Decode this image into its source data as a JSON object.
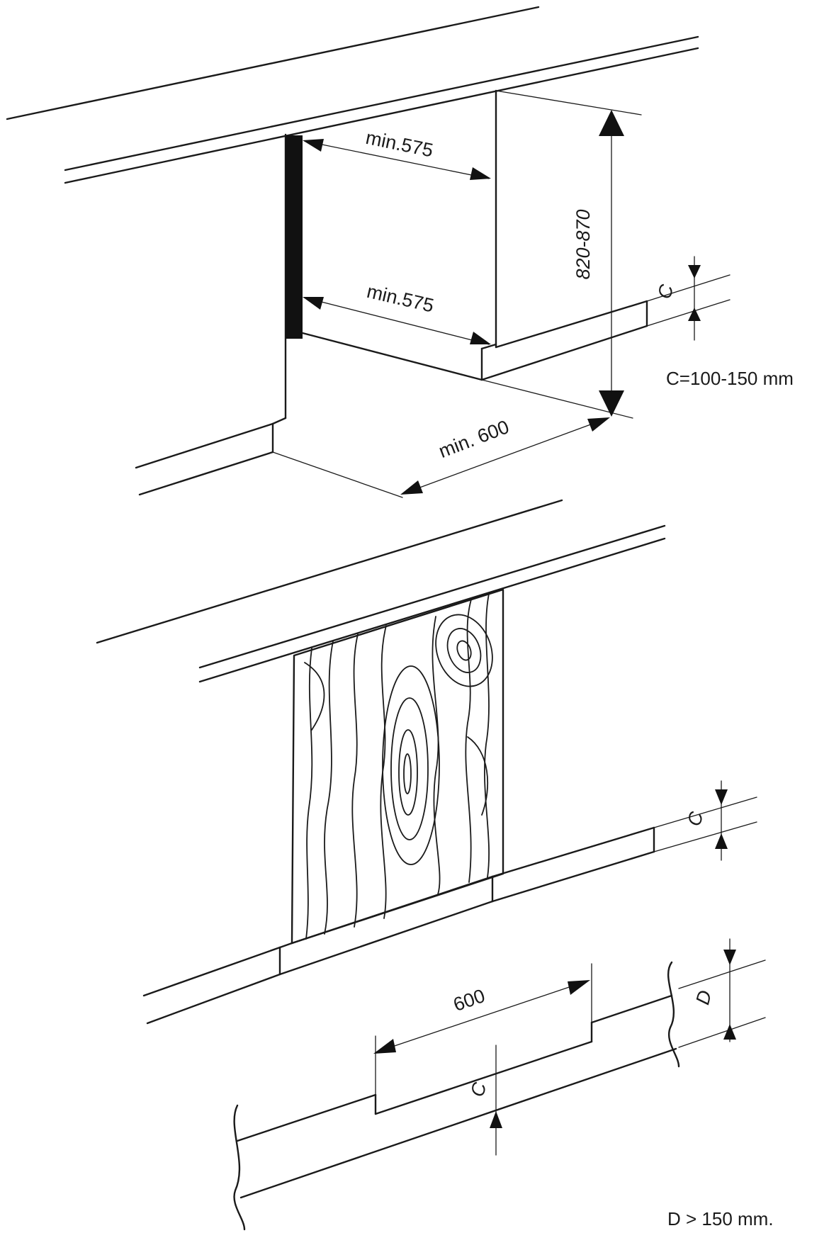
{
  "top_diagram": {
    "width_top_label": "min.575",
    "width_bottom_label": "min.575",
    "height_label": "820-870",
    "depth_label": "min. 600",
    "plinth_label": "C",
    "note": "C=100-150 mm"
  },
  "bottom_diagram": {
    "plinth_label_right": "C",
    "plinth_label_front": "C",
    "cutout_width_label": "600",
    "depth_label": "D",
    "note": "D > 150 mm."
  },
  "colors": {
    "line": "#1a1a1a",
    "background": "#ffffff"
  }
}
